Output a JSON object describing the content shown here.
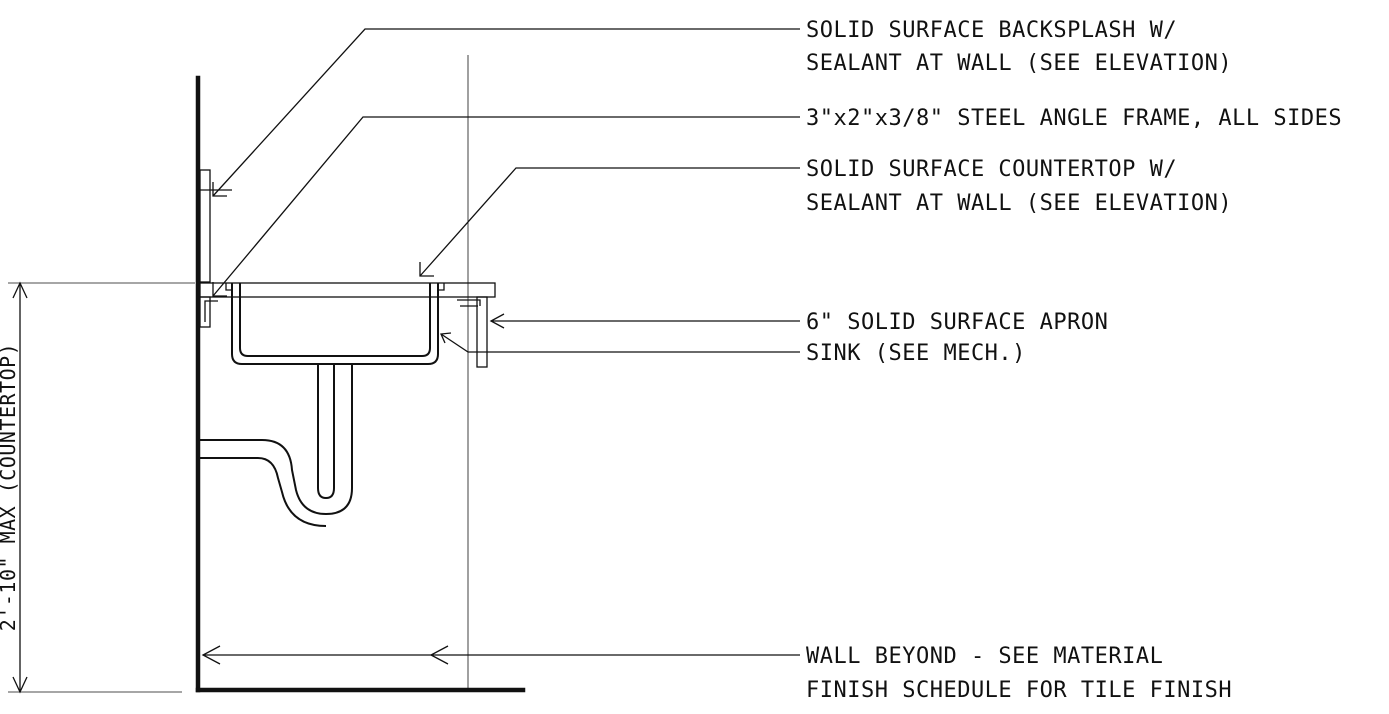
{
  "notes": {
    "backsplash_line1": "SOLID SURFACE BACKSPLASH W/",
    "backsplash_line2": "SEALANT AT WALL (SEE ELEVATION)",
    "angle_frame": "3\"x2\"x3/8\" STEEL ANGLE FRAME, ALL SIDES",
    "countertop_line1": "SOLID SURFACE COUNTERTOP W/",
    "countertop_line2": "SEALANT AT WALL (SEE ELEVATION)",
    "apron": "6\" SOLID SURFACE APRON",
    "sink": "SINK (SEE MECH.)",
    "wall_beyond_line1": "WALL BEYOND - SEE MATERIAL",
    "wall_beyond_line2": "FINISH SCHEDULE FOR TILE FINISH"
  },
  "dimension": {
    "label": "2'-10\" MAX (COUNTERTOP)"
  }
}
